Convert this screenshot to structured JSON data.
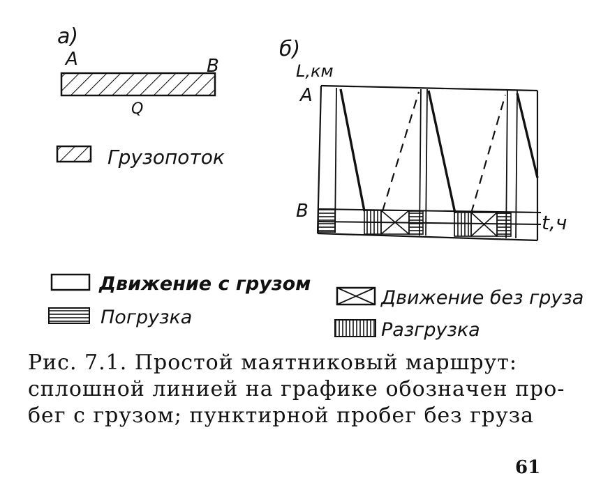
{
  "part_a": {
    "panel_label": "а)",
    "point_a": "A",
    "point_b": "B",
    "flow_label": "Q",
    "legend_flow": "Грузопоток"
  },
  "part_b": {
    "panel_label": "б)",
    "y_axis_label": "L,км",
    "point_a": "A",
    "point_b": "B",
    "x_axis_label": "t,ч"
  },
  "legend": {
    "loaded": "Движение с грузом",
    "loading": "Погрузка",
    "empty": "Движение без груза",
    "unloading": "Разгрузка"
  },
  "caption": {
    "line1": "Рис.   7.1.  Простой   маятниковый   маршрут:",
    "line2": "сплошной линией на графике обозначен про-",
    "line3": "бег с грузом; пунктирной   пробег без груза"
  },
  "page_number": "61"
}
